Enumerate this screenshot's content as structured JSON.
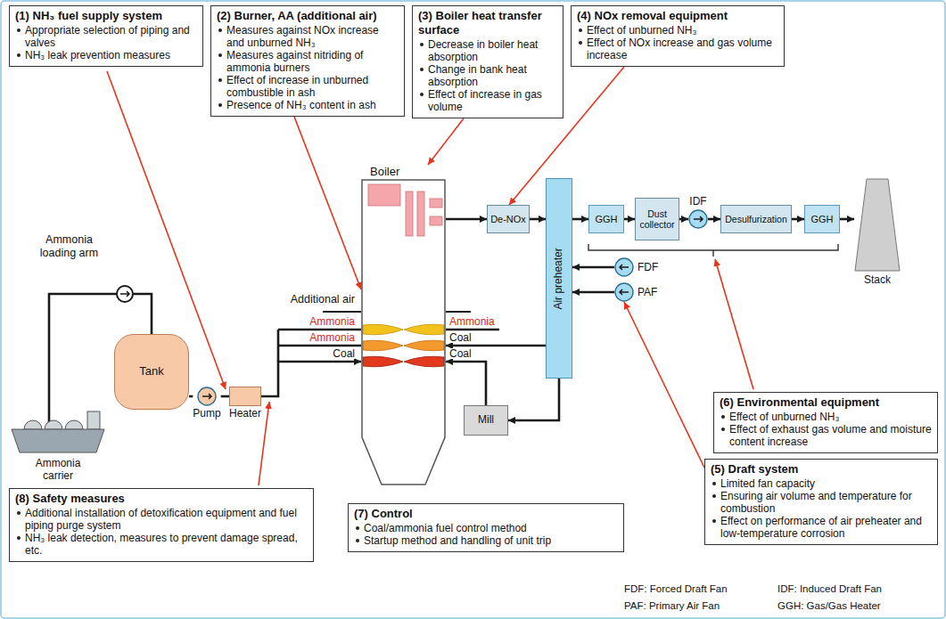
{
  "diagram": {
    "nodes": [
      {
        "text": [
          "(1) NH₃ fuel supply system",
          "Appropriate selection of piping and valves",
          "NH₃ leak prevention measures"
        ]
      },
      {
        "text": [
          "(2) Burner, AA (additional air)",
          "Measures against NOx increase and unburned NH₃",
          "Measures against nitriding of ammonia burners",
          "Effect of increase in unburned combustible in ash",
          "Presence of NH₃ content in ash"
        ]
      },
      {
        "text": [
          "(3) Boiler heat transfer surface",
          "Decrease in boiler heat absorption",
          "Change in bank heat absorption",
          "Effect of increase in gas volume"
        ]
      },
      {
        "text": [
          "(4) NOx removal equipment",
          "Effect of unburned NH₃",
          "Effect of NOx increase and gas volume increase"
        ]
      },
      {
        "text": [
          "Boiler"
        ]
      },
      {
        "text": [
          "De-NOx"
        ]
      },
      {
        "text": [
          "Air preheater"
        ]
      },
      {
        "text": [
          "GGH"
        ]
      },
      {
        "text": [
          "Dust collector"
        ]
      },
      {
        "text": [
          "IDF"
        ]
      },
      {
        "text": [
          "Desulfurization"
        ]
      },
      {
        "text": [
          "GGH"
        ]
      },
      {
        "text": [
          "Stack"
        ]
      },
      {
        "text": [
          "Tank"
        ]
      },
      {
        "text": [
          "Pump"
        ]
      },
      {
        "text": [
          "Heater"
        ]
      },
      {
        "text": [
          "FDF"
        ]
      },
      {
        "text": [
          "PAF"
        ]
      },
      {
        "text": [
          "Ammonia carrier"
        ]
      },
      {
        "text": [
          "Mill"
        ]
      },
      {
        "text": [
          "(6) Environmental equipment",
          "Effect of unburned NH₃",
          "Effect of exhaust gas volume and moisture content increase"
        ]
      },
      {
        "text": [
          "(5) Draft system",
          "Limited fan capacity",
          "Ensuring air volume and temperature for combustion",
          "Effect on performance of air preheater and low-temperature corrosion"
        ]
      },
      {
        "text": [
          "(8) Safety measures",
          "Additional installation of detoxification equipment and fuel piping purge system",
          "NH₃ leak detection, measures to prevent damage spread, etc."
        ]
      },
      {
        "text": [
          "(7) Control",
          "Coal/ammonia fuel control method",
          "Startup method and handling of unit trip"
        ]
      }
    ],
    "edges": [
      {
        "from": 18,
        "to": 13,
        "arrow": "none"
      },
      {
        "from": 13,
        "to": 14,
        "arrow": "none"
      },
      {
        "from": 14,
        "to": 15,
        "arrow": "none"
      },
      {
        "from": 15,
        "to": 4,
        "arrow": "to"
      },
      {
        "from": 4,
        "to": 5,
        "arrow": "to"
      },
      {
        "from": 5,
        "to": 6,
        "arrow": "to"
      },
      {
        "from": 6,
        "to": 7,
        "arrow": "to"
      },
      {
        "from": 7,
        "to": 8,
        "arrow": "to"
      },
      {
        "from": 8,
        "to": 9,
        "arrow": "to"
      },
      {
        "from": 9,
        "to": 10,
        "arrow": "to"
      },
      {
        "from": 10,
        "to": 11,
        "arrow": "to"
      },
      {
        "from": 11,
        "to": 12,
        "arrow": "to"
      },
      {
        "from": 16,
        "to": 6,
        "arrow": "to"
      },
      {
        "from": 17,
        "to": 6,
        "arrow": "to"
      },
      {
        "from": 6,
        "to": 4,
        "arrow": "to"
      },
      {
        "from": 6,
        "to": 19,
        "arrow": "to"
      },
      {
        "from": 19,
        "to": 4,
        "arrow": "to"
      },
      {
        "from": 1,
        "to": 4,
        "arrow": "to"
      },
      {
        "from": 2,
        "to": 4,
        "arrow": "to"
      },
      {
        "from": 3,
        "to": 5,
        "arrow": "to"
      },
      {
        "from": 21,
        "to": 17,
        "arrow": "to"
      }
    ],
    "labels": [
      "Ammonia loading arm",
      "Additional air",
      "Ammonia",
      "Ammonia",
      "Coal",
      "Ammonia",
      "Coal",
      "Coal",
      "FDF: Forced Draft Fan",
      "IDF: Induced Draft Fan",
      "PAF: Primary Air Fan",
      "GGH: Gas/Gas Heater"
    ]
  }
}
